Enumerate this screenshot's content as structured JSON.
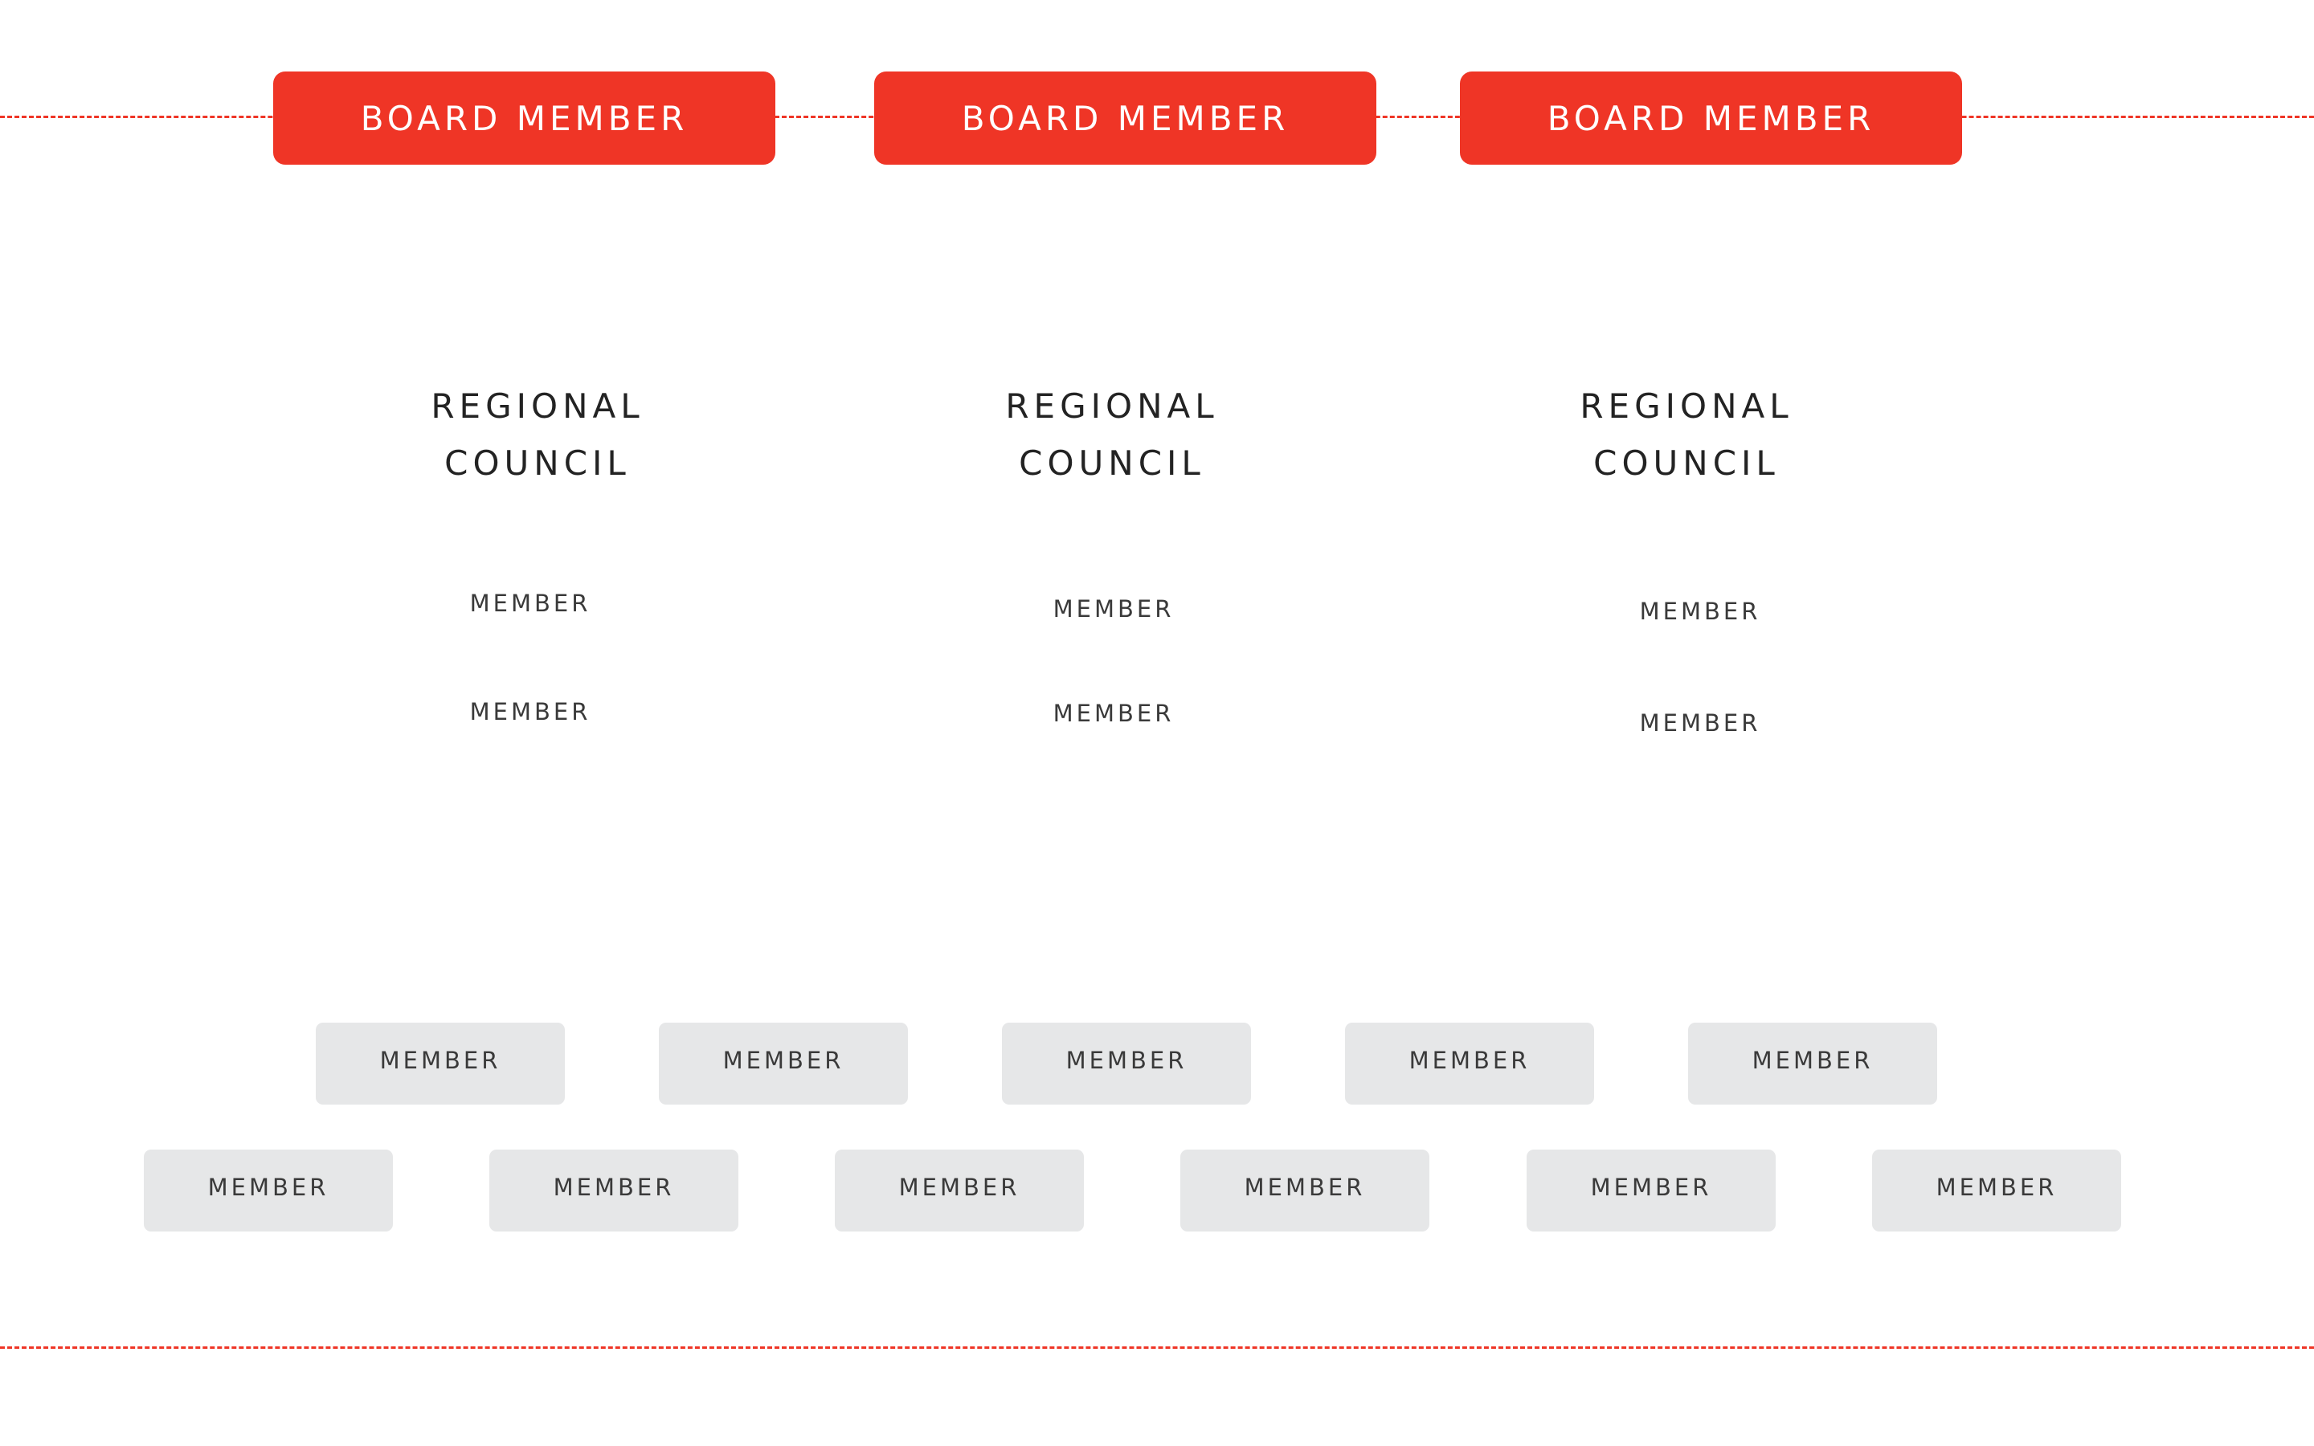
{
  "board": {
    "members": [
      {
        "label": "BOARD MEMBER"
      },
      {
        "label": "BOARD MEMBER"
      },
      {
        "label": "BOARD MEMBER"
      }
    ]
  },
  "councils": [
    {
      "title_line1": "REGIONAL",
      "title_line2": "COUNCIL",
      "members": [
        "MEMBER",
        "MEMBER"
      ]
    },
    {
      "title_line1": "REGIONAL",
      "title_line2": "COUNCIL",
      "members": [
        "MEMBER",
        "MEMBER"
      ]
    },
    {
      "title_line1": "REGIONAL",
      "title_line2": "COUNCIL",
      "members": [
        "MEMBER",
        "MEMBER"
      ]
    }
  ],
  "member_rows": [
    [
      "MEMBER",
      "MEMBER",
      "MEMBER",
      "MEMBER",
      "MEMBER"
    ],
    [
      "MEMBER",
      "MEMBER",
      "MEMBER",
      "MEMBER",
      "MEMBER",
      "MEMBER"
    ]
  ],
  "colors": {
    "accent": "#ef3526",
    "chip": "#e6e7e8",
    "text": "#232323"
  }
}
